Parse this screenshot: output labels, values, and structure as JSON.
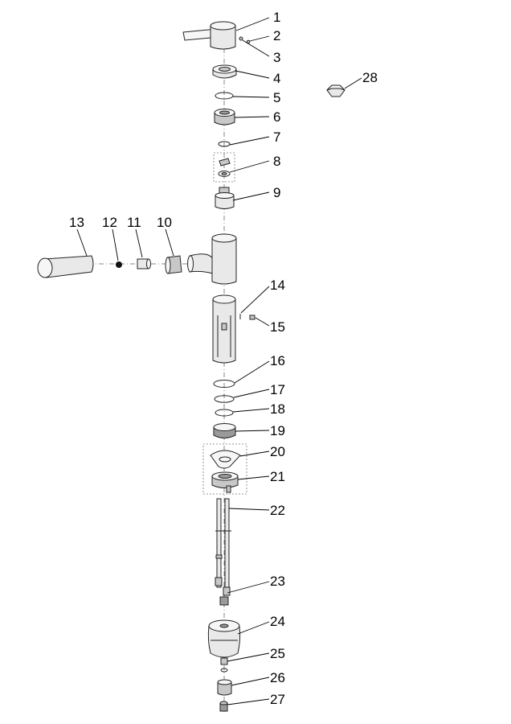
{
  "callouts": [
    {
      "id": "1",
      "text": "1"
    },
    {
      "id": "2",
      "text": "2"
    },
    {
      "id": "3",
      "text": "3"
    },
    {
      "id": "4",
      "text": "4"
    },
    {
      "id": "5",
      "text": "5"
    },
    {
      "id": "6",
      "text": "6"
    },
    {
      "id": "7",
      "text": "7"
    },
    {
      "id": "8",
      "text": "8"
    },
    {
      "id": "9",
      "text": "9"
    },
    {
      "id": "10",
      "text": "10"
    },
    {
      "id": "11",
      "text": "11"
    },
    {
      "id": "12",
      "text": "12"
    },
    {
      "id": "13",
      "text": "13"
    },
    {
      "id": "14",
      "text": "14"
    },
    {
      "id": "15",
      "text": "15"
    },
    {
      "id": "16",
      "text": "16"
    },
    {
      "id": "17",
      "text": "17"
    },
    {
      "id": "18",
      "text": "18"
    },
    {
      "id": "19",
      "text": "19"
    },
    {
      "id": "20",
      "text": "20"
    },
    {
      "id": "21",
      "text": "21"
    },
    {
      "id": "22",
      "text": "22"
    },
    {
      "id": "23",
      "text": "23"
    },
    {
      "id": "24",
      "text": "24"
    },
    {
      "id": "25",
      "text": "25"
    },
    {
      "id": "26",
      "text": "26"
    },
    {
      "id": "27",
      "text": "27"
    },
    {
      "id": "28",
      "text": "28"
    }
  ],
  "colors": {
    "line": "#000000",
    "part_outline": "#222222",
    "light": "#e9e9e9",
    "mid": "#c8c8c8",
    "dark": "#9a9a9a"
  }
}
